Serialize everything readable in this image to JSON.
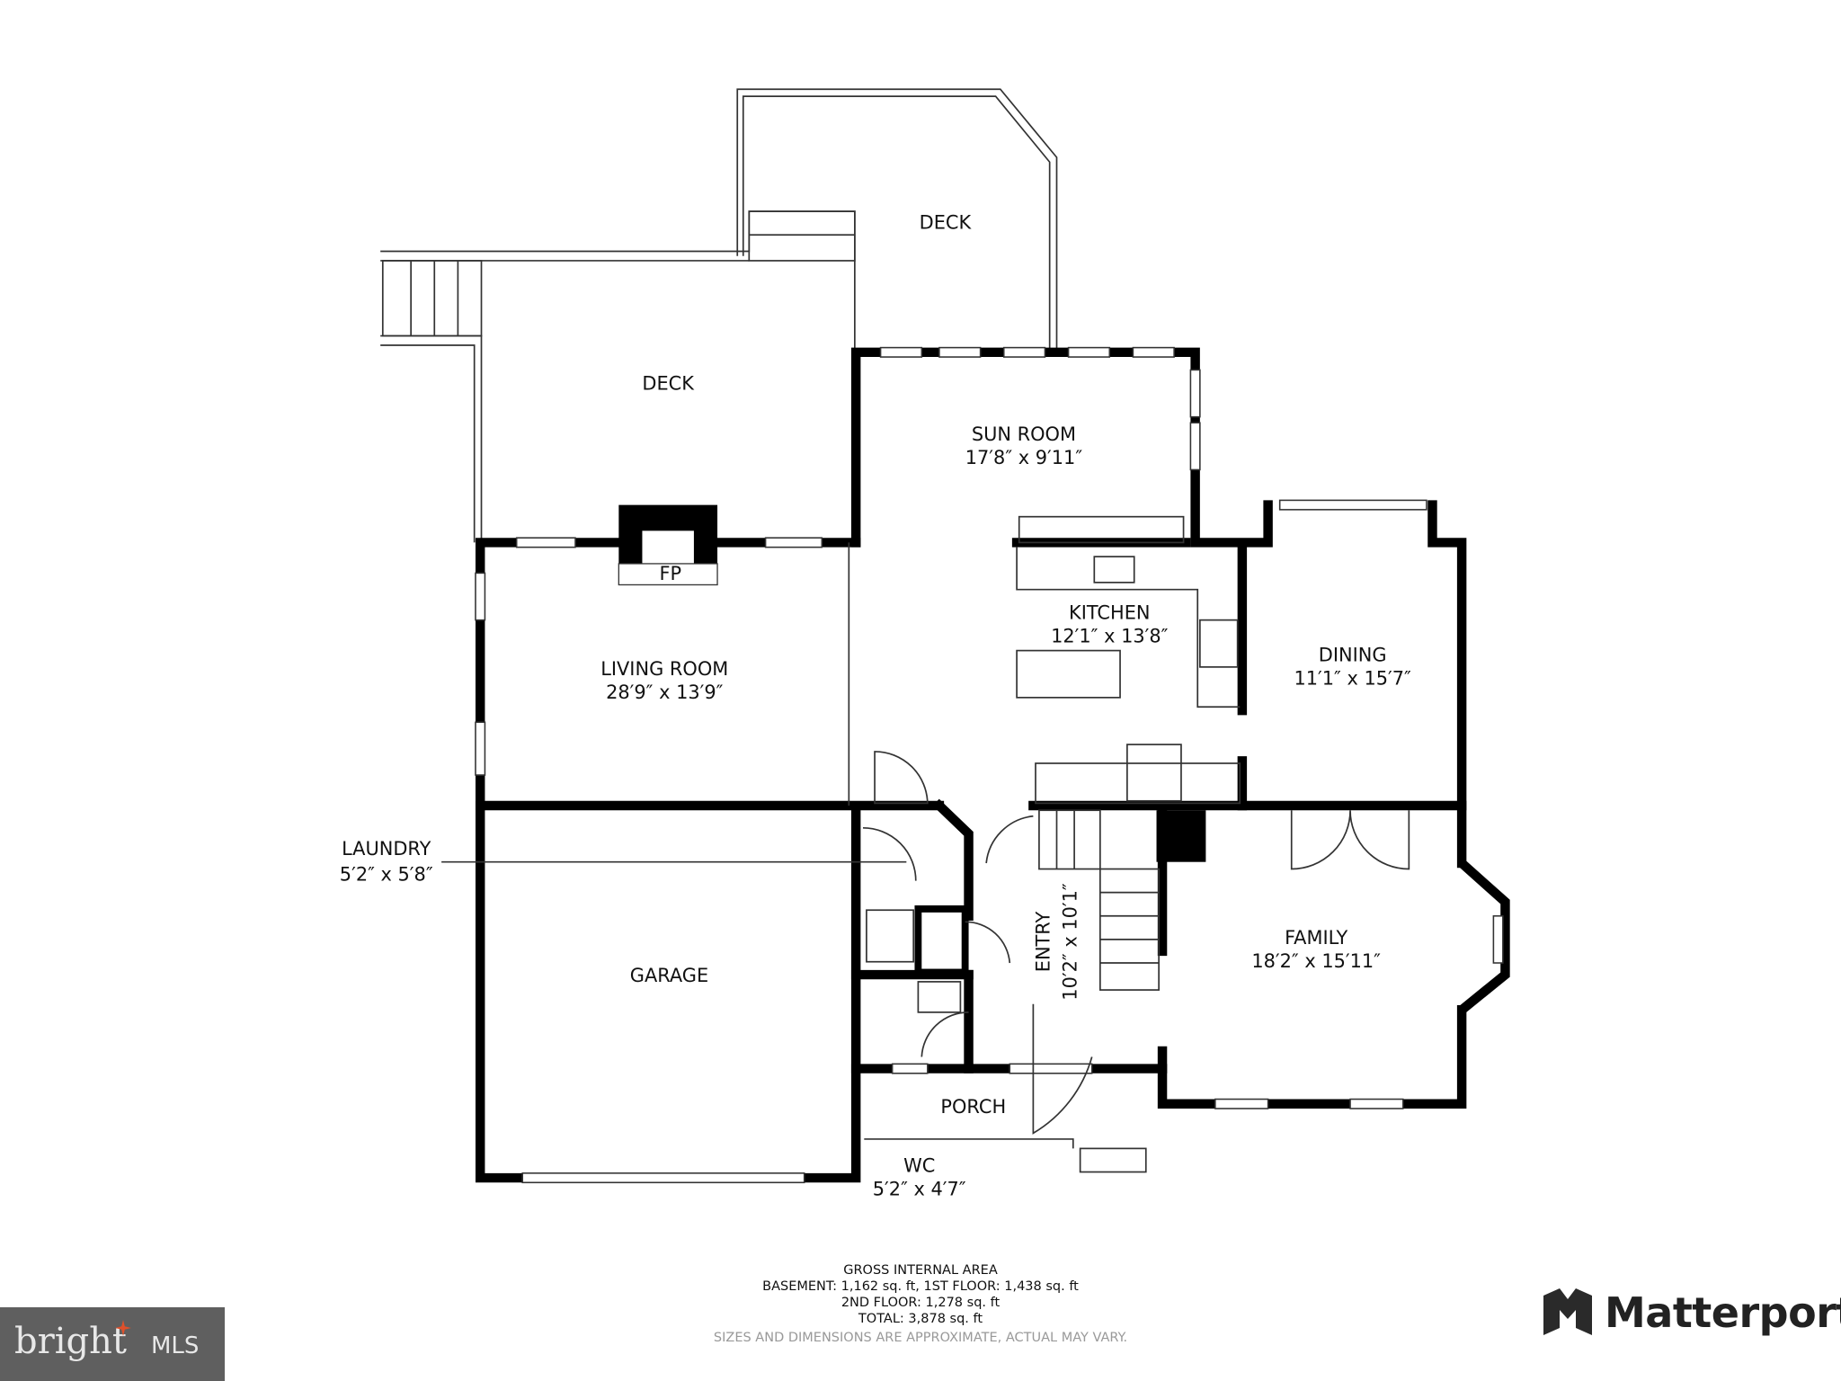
{
  "rooms": {
    "deck_upper": {
      "name": "DECK"
    },
    "deck_lower": {
      "name": "DECK"
    },
    "sun_room": {
      "name": "SUN ROOM",
      "dims": "17′8″ x 9′11″"
    },
    "fireplace": {
      "name": "FP"
    },
    "kitchen": {
      "name": "KITCHEN",
      "dims": "12′1″ x 13′8″"
    },
    "living_room": {
      "name": "LIVING ROOM",
      "dims": "28′9″ x 13′9″"
    },
    "dining": {
      "name": "DINING",
      "dims": "11′1″ x 15′7″"
    },
    "laundry": {
      "name": "LAUNDRY",
      "dims": "5′2″ x 5′8″"
    },
    "garage": {
      "name": "GARAGE"
    },
    "entry": {
      "name": "ENTRY",
      "dims": "10′2″ x 10′1″"
    },
    "family": {
      "name": "FAMILY",
      "dims": "18′2″ x 15′11″"
    },
    "porch": {
      "name": "PORCH"
    },
    "wc": {
      "name": "WC",
      "dims": "5′2″ x 4′7″"
    }
  },
  "area": {
    "title": "GROSS INTERNAL AREA",
    "line1": "BASEMENT: 1,162 sq. ft, 1ST FLOOR: 1,438 sq. ft",
    "line2": "2ND FLOOR: 1,278 sq. ft",
    "line3": "TOTAL: 3,878 sq. ft",
    "disclaimer": "SIZES AND DIMENSIONS ARE APPROXIMATE, ACTUAL MAY VARY."
  },
  "logos": {
    "bright": "bright",
    "bright_mls": "MLS",
    "matterport": "Matterport",
    "bright_accent": "#e0502a",
    "bright_bg": "#5f5f5f"
  }
}
